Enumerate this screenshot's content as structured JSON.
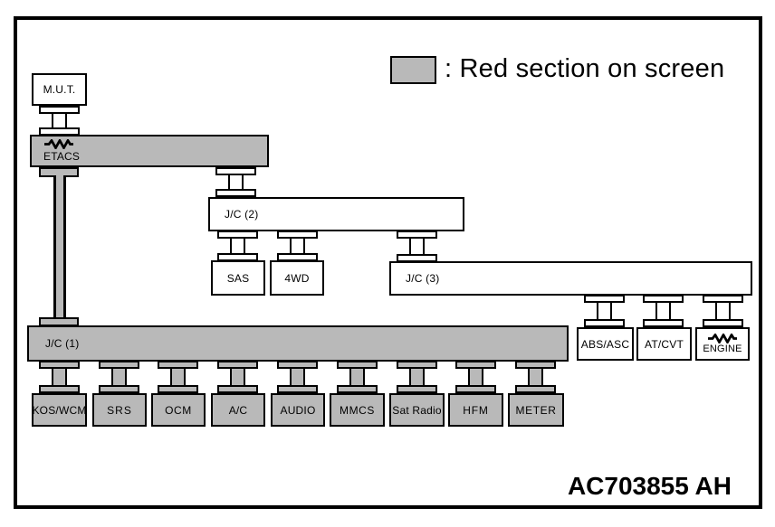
{
  "legend": {
    "label": ": Red section on screen"
  },
  "figure_code": "AC703855 AH",
  "colors": {
    "section_gray": "#b9b9b9",
    "line": "#000000",
    "background": "#ffffff"
  },
  "nodes": {
    "mut": "M.U.T.",
    "etacs": "ETACS",
    "jc1": "J/C (1)",
    "jc2": "J/C (2)",
    "jc3": "J/C (3)",
    "sas": "SAS",
    "fourwd": "4WD",
    "absasc": "ABS/ASC",
    "atcvt": "AT/CVT",
    "engine": "ENGINE",
    "koswcm": "KOS/WCM",
    "srs": "SRS",
    "ocm": "OCM",
    "ac": "A/C",
    "audio": "AUDIO",
    "mmcs": "MMCS",
    "satradio": "Sat Radio",
    "hfm": "HFM",
    "meter": "METER"
  }
}
